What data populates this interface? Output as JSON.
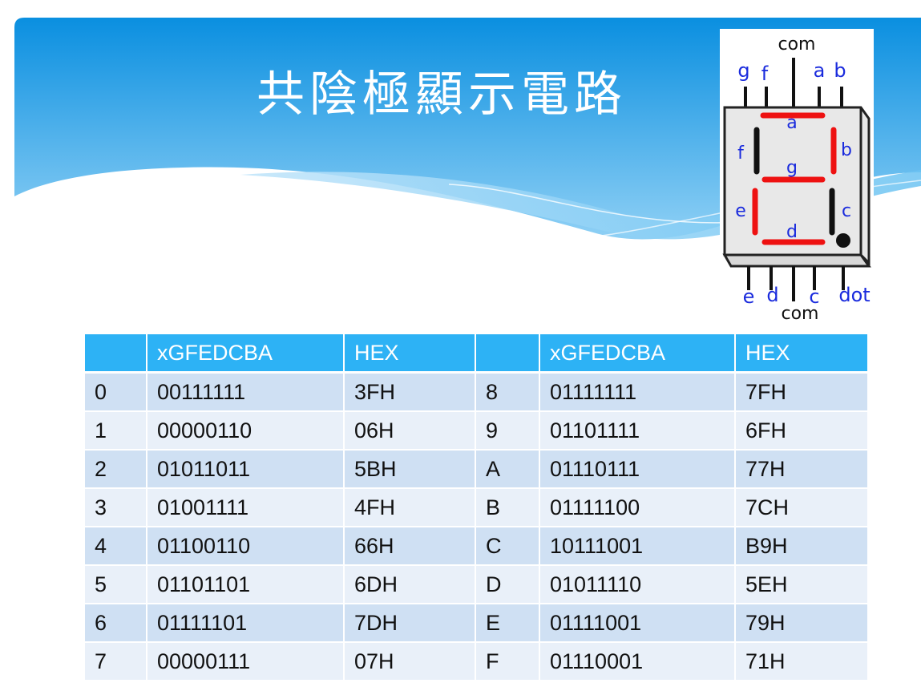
{
  "slide": {
    "title": "共陰極顯示電路",
    "colors": {
      "band_top": "#0a8fe0",
      "band_bottom": "#7ccaf3",
      "table_header": "#2db2f5",
      "row_dark": "#cfe0f3",
      "row_light": "#e9f0f9",
      "segment_on": "#ee1111",
      "segment_off": "#111111",
      "pin_label": "#1a2bdd"
    }
  },
  "diagram": {
    "top_label": "com",
    "bottom_label": "com",
    "top_pins": [
      "g",
      "f",
      "a",
      "b"
    ],
    "bottom_pins": [
      "e",
      "d",
      "c",
      "dot"
    ],
    "segments": {
      "a": "a",
      "b": "b",
      "c": "c",
      "d": "d",
      "e": "e",
      "f": "f",
      "g": "g"
    }
  },
  "table": {
    "headers": [
      "",
      "xGFEDCBA",
      "HEX",
      "",
      "xGFEDCBA",
      "HEX"
    ],
    "rows": [
      [
        "0",
        "00111111",
        "3FH",
        "8",
        "01111111",
        "7FH"
      ],
      [
        "1",
        "00000110",
        "06H",
        "9",
        "01101111",
        "6FH"
      ],
      [
        "2",
        "01011011",
        "5BH",
        "A",
        "01110111",
        "77H"
      ],
      [
        "3",
        "01001111",
        "4FH",
        "B",
        "01111100",
        "7CH"
      ],
      [
        "4",
        "01100110",
        "66H",
        "C",
        "10111001",
        "B9H"
      ],
      [
        "5",
        "01101101",
        "6DH",
        "D",
        "01011110",
        "5EH"
      ],
      [
        "6",
        "01111101",
        "7DH",
        "E",
        "01111001",
        "79H"
      ],
      [
        "7",
        "00000111",
        "07H",
        "F",
        "01110001",
        "71H"
      ]
    ]
  }
}
